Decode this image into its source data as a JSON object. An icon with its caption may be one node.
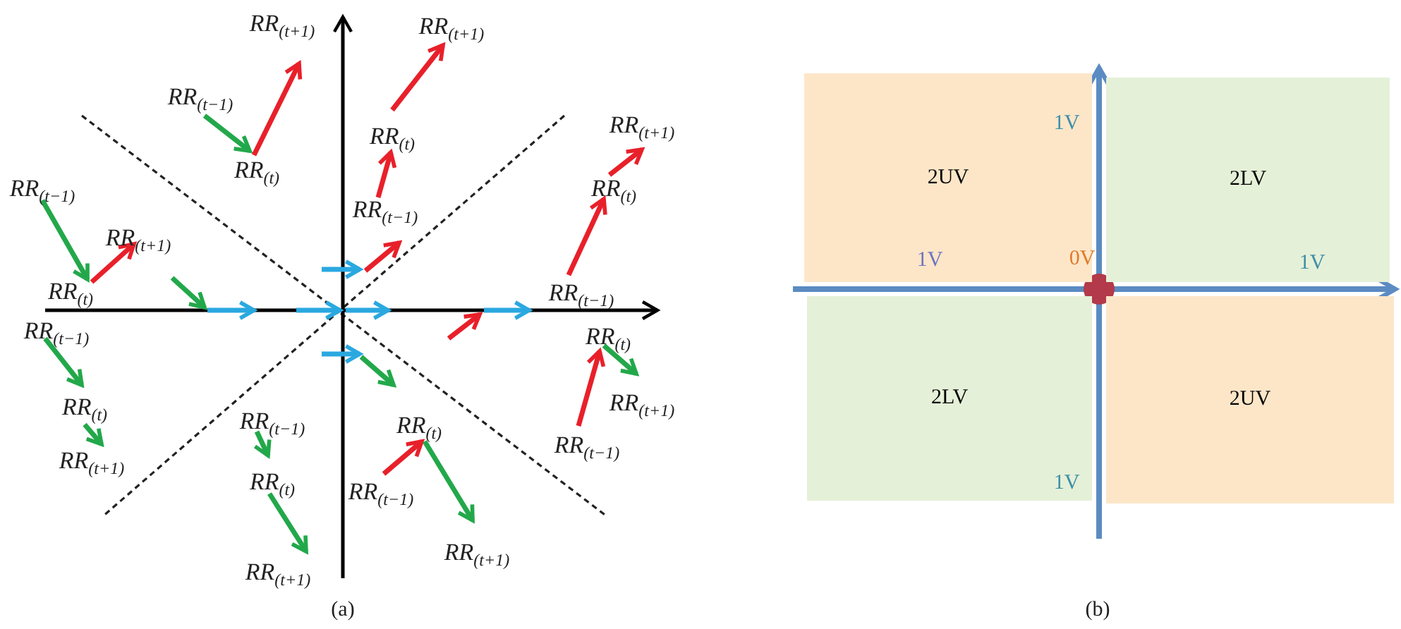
{
  "diagram": {
    "nodes": [
      {
        "text": [
          "2UV"
        ]
      },
      {
        "text": [
          "2LV"
        ]
      },
      {
        "text": [
          "2LV"
        ]
      },
      {
        "text": [
          "2UV"
        ]
      }
    ],
    "labels": [
      "RR$_{(t+1)}$",
      "RR$_{(t+1)}$",
      "RR$_{(t−1)}$",
      "RR$_{(t+1)}$",
      "RR$_{(t)}$",
      "RR$_{(t)}$",
      "RR$_{(t−1)}$",
      "RR$_{(t)}$",
      "RR$_{(t−1)}$",
      "RR$_{(t+1)}$",
      "RR$_{(t)}$",
      "RR$_{(t−1)}$",
      "RR$_{(t−1)}$",
      "RR$_{(t)}$",
      "RR$_{(t)}$",
      "RR$_{(t+1)}$",
      "RR$_{(t−1)}$",
      "RR$_{(t)}$",
      "RR$_{(t−1)}$",
      "RR$_{(t+1)}$",
      "RR$_{(t)}$",
      "RR$_{(t−1)}$",
      "RR$_{(t+1)}$",
      "RR$_{(t+1)}$",
      "1V",
      "1V",
      "0V",
      "1V",
      "1V",
      "(a)",
      "(b)"
    ]
  }
}
